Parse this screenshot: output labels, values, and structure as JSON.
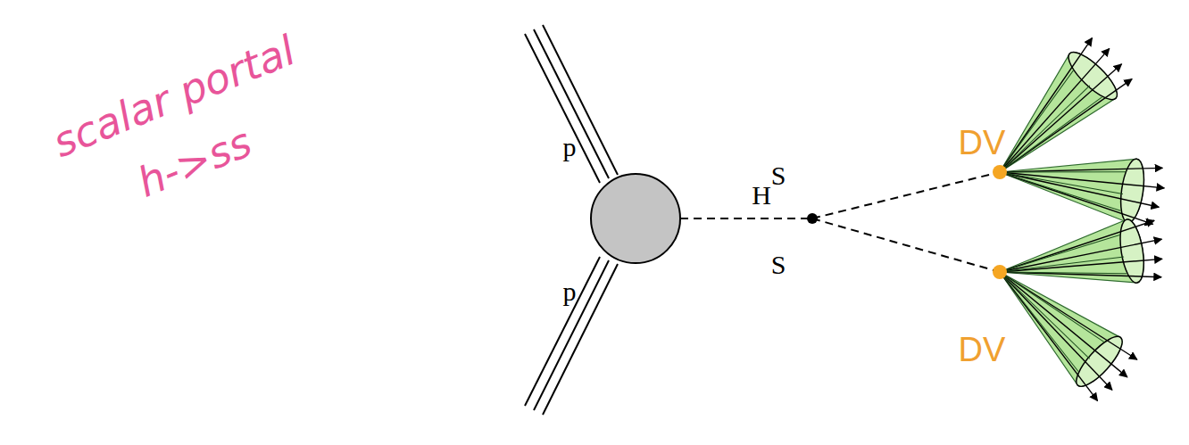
{
  "diagram": {
    "labels": [
      "scalar portal",
      "h->ss",
      "p",
      "p",
      "H",
      "S",
      "S",
      "DV",
      "DV"
    ]
  }
}
